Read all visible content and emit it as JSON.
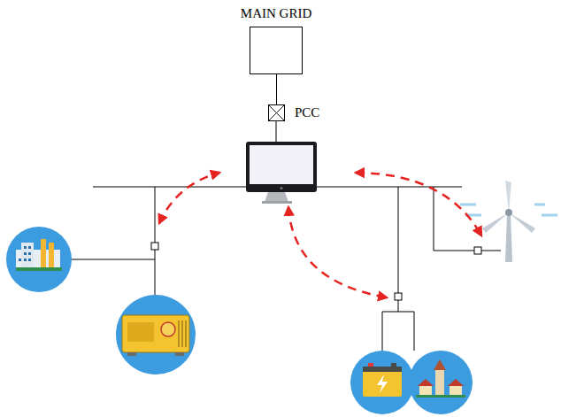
{
  "diagram": {
    "nodes": [
      {
        "text": [
          "MAIN GRID"
        ]
      },
      {
        "text": [
          "PCC"
        ]
      }
    ],
    "edges": [
      {
        "from": 0,
        "to": 1,
        "arrow": "none"
      }
    ]
  }
}
